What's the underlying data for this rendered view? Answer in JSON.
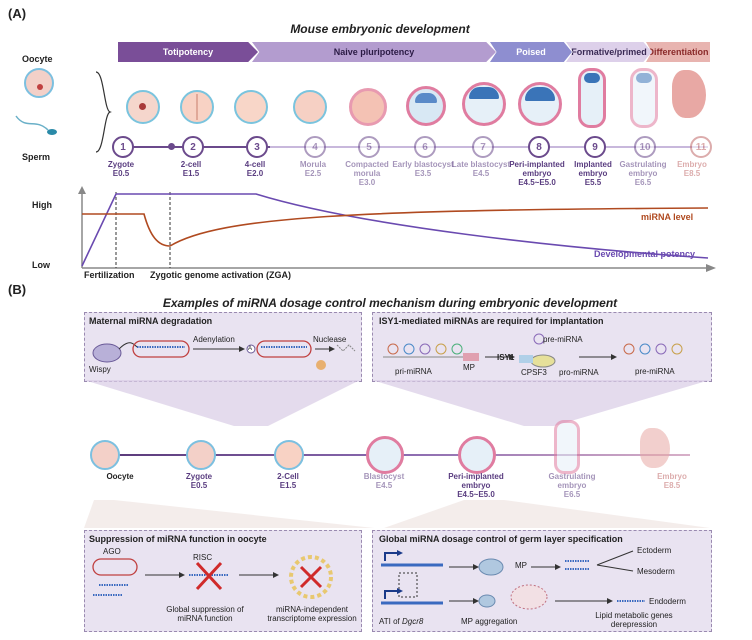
{
  "panel_a": {
    "letter": "(A)",
    "title": "Mouse embryonic development",
    "oocyte_label": "Oocyte",
    "sperm_label": "Sperm",
    "stages": [
      {
        "label": "Totipotency",
        "color": "#7a4e98"
      },
      {
        "label": "Naive pluripotency",
        "color": "#a98ec6"
      },
      {
        "label": "Poised",
        "color": "#8e8ed0"
      },
      {
        "label": "Formative/primed",
        "color": "#d8c8e8"
      },
      {
        "label": "Differentiation",
        "color": "#e0a8a8"
      }
    ],
    "steps": [
      {
        "num": "1",
        "name": "Zygote",
        "day": "E0.5"
      },
      {
        "num": "2",
        "name": "2-cell",
        "day": "E1.5"
      },
      {
        "num": "3",
        "name": "4-cell",
        "day": "E2.0"
      },
      {
        "num": "4",
        "name": "Morula",
        "day": "E2.5"
      },
      {
        "num": "5",
        "name": "Compacted morula",
        "day": "E3.0"
      },
      {
        "num": "6",
        "name": "Early blastocyst",
        "day": "E3.5"
      },
      {
        "num": "7",
        "name": "Late blastocyst",
        "day": "E4.5"
      },
      {
        "num": "8",
        "name": "Peri-implanted embryo",
        "day": "E4.5~E5.0"
      },
      {
        "num": "9",
        "name": "Implanted embryo",
        "day": "E5.5"
      },
      {
        "num": "10",
        "name": "Gastrulating embryo",
        "day": "E6.5"
      },
      {
        "num": "11",
        "name": "Embryo",
        "day": "E8.5"
      }
    ],
    "graph": {
      "y_high": "High",
      "y_low": "Low",
      "mirna_label": "miRNA level",
      "potency_label": "Developmental potency",
      "fertilization": "Fertilization",
      "zga": "Zygotic genome activation (ZGA)",
      "mirna_color": "#b04a20",
      "potency_color": "#6a4ab0"
    }
  },
  "panel_b": {
    "letter": "(B)",
    "title": "Examples of miRNA dosage control mechanism during embryonic development",
    "box_maternal": {
      "title": "Maternal miRNA degradation",
      "wispy": "Wispy",
      "adenylation": "Adenylation",
      "a_mark": "A",
      "nuclease": "Nuclease"
    },
    "box_isy1": {
      "title": "ISY1-mediated miRNAs are required for implantation",
      "pri": "pri-miRNA",
      "mp": "MP",
      "pre_top": "pre-miRNA",
      "isy1": "ISY1",
      "cpsf3": "CPSF3",
      "pro": "pro-miRNA",
      "pre_right": "pre-miRNA"
    },
    "timeline": [
      {
        "name": "Oocyte",
        "day": ""
      },
      {
        "name": "Zygote",
        "day": "E0.5"
      },
      {
        "name": "2-Cell",
        "day": "E1.5"
      },
      {
        "name": "Blastocyst",
        "day": "E4.5"
      },
      {
        "name": "Peri-implanted embryo",
        "day": "E4.5~E5.0"
      },
      {
        "name": "Gastrulating embryo",
        "day": "E6.5"
      },
      {
        "name": "Embryo",
        "day": "E8.5"
      }
    ],
    "box_suppression": {
      "title": "Suppression of miRNA function in oocyte",
      "ago": "AGO",
      "risc": "RISC",
      "global": "Global suppression of miRNA function",
      "independent": "miRNA-independent transcriptome expression"
    },
    "box_global": {
      "title": "Global miRNA dosage control of germ layer specification",
      "mp": "MP",
      "ectoderm": "Ectoderm",
      "mesoderm": "Mesoderm",
      "endoderm": "Endoderm",
      "ati": "ATI of ",
      "gene": "Dgcr8",
      "aggregation": "MP aggregation",
      "lipid": "Lipid metabolic genes derepression"
    }
  }
}
